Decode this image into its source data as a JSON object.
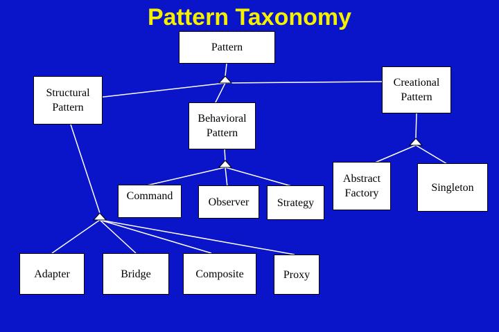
{
  "title": "Pattern Taxonomy",
  "colors": {
    "background": "#0a14c8",
    "title": "#f4f000",
    "box": "#ffffff",
    "line": "#ffffff"
  },
  "nodes": {
    "pattern": "Pattern",
    "structural": "Structural\nPattern",
    "creational": "Creational\nPattern",
    "behavioral": "Behavioral\nPattern",
    "command": "Command",
    "observer": "Observer",
    "strategy": "Strategy",
    "abstract_factory": "Abstract\nFactory",
    "singleton": "Singleton",
    "adapter": "Adapter",
    "bridge": "Bridge",
    "composite": "Composite",
    "proxy": "Proxy"
  }
}
